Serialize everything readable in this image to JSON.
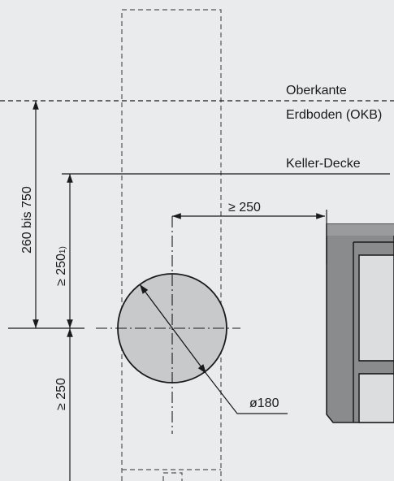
{
  "labels": {
    "surface_line1": "Oberkante",
    "surface_line2": "Erdboden (OKB)",
    "ceiling": "Keller-Decke",
    "wall_distance": "≥ 250",
    "depth_range": "260 bis 750",
    "ceiling_distance_value": "≥ 250",
    "ceiling_distance_note": "1)",
    "bottom_distance": "≥ 250",
    "diameter": "ø180"
  },
  "colors": {
    "background": "#eaebec",
    "pipe_fill": "#c8c9cb",
    "wall_fill": "#8a8b8d",
    "window_fill": "#dcdddf",
    "line": "#1a1a1a"
  }
}
